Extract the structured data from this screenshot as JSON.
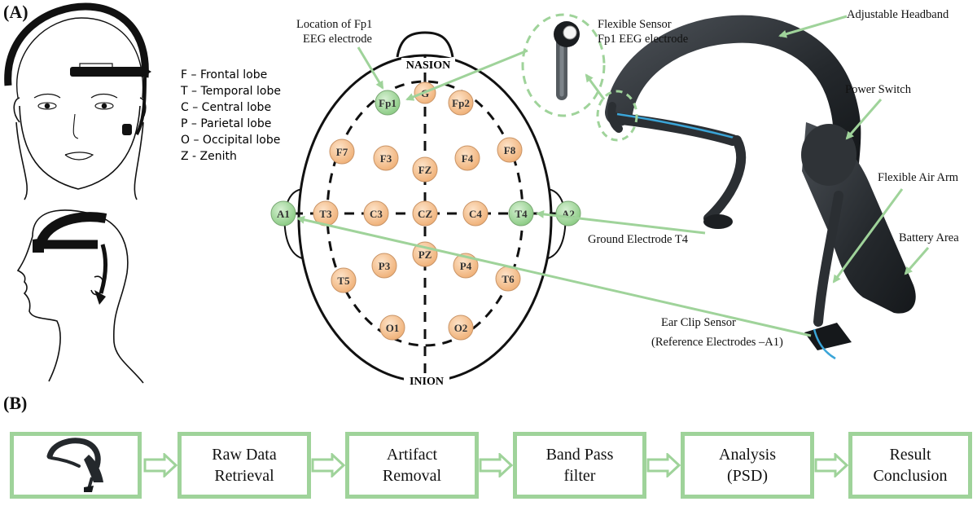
{
  "panels": {
    "a_label": "(A)",
    "b_label": "(B)"
  },
  "legend": {
    "items": [
      "F – Frontal lobe",
      "T – Temporal lobe",
      "C – Central lobe",
      "P – Parietal lobe",
      "O – Occipital lobe",
      "Z - Zenith"
    ]
  },
  "head_map": {
    "nasion": "NASION",
    "inion": "INION",
    "electrodes": {
      "fp1": "Fp1",
      "g": "G",
      "fp2": "Fp2",
      "f7": "F7",
      "f3": "F3",
      "fz": "FZ",
      "f4": "F4",
      "f8": "F8",
      "a1": "A1",
      "t3": "T3",
      "c3": "C3",
      "cz": "CZ",
      "c4": "C4",
      "t4": "T4",
      "a2": "A2",
      "pz": "PZ",
      "p3": "P3",
      "p4": "P4",
      "t5": "T5",
      "t6": "T6",
      "o1": "O1",
      "o2": "O2"
    }
  },
  "callouts": {
    "fp1_location": [
      "Location of Fp1",
      "EEG electrode"
    ],
    "flexible_sensor": [
      "Flexible Sensor",
      "Fp1 EEG electrode"
    ],
    "adjustable_headband": "Adjustable Headband",
    "power_switch": "Power Switch",
    "flexible_air_arm": "Flexible Air Arm",
    "battery_area": "Battery Area",
    "ground_electrode": "Ground Electrode T4",
    "ear_clip": [
      "Ear Clip Sensor",
      "(Reference Electrodes –A1)"
    ]
  },
  "colors": {
    "green_electrode": "#a7dba0",
    "orange_electrode": "#f6c79a",
    "arrow_green": "#9fd39a",
    "headset_dark": "#2b2f33"
  },
  "flow": {
    "steps": [
      {
        "label": ""
      },
      {
        "label": "Raw Data\nRetrieval"
      },
      {
        "label": "Artifact\nRemoval"
      },
      {
        "label": "Band Pass\nfilter"
      },
      {
        "label": "Analysis\n(PSD)"
      },
      {
        "label": "Result\nConclusion"
      }
    ]
  }
}
